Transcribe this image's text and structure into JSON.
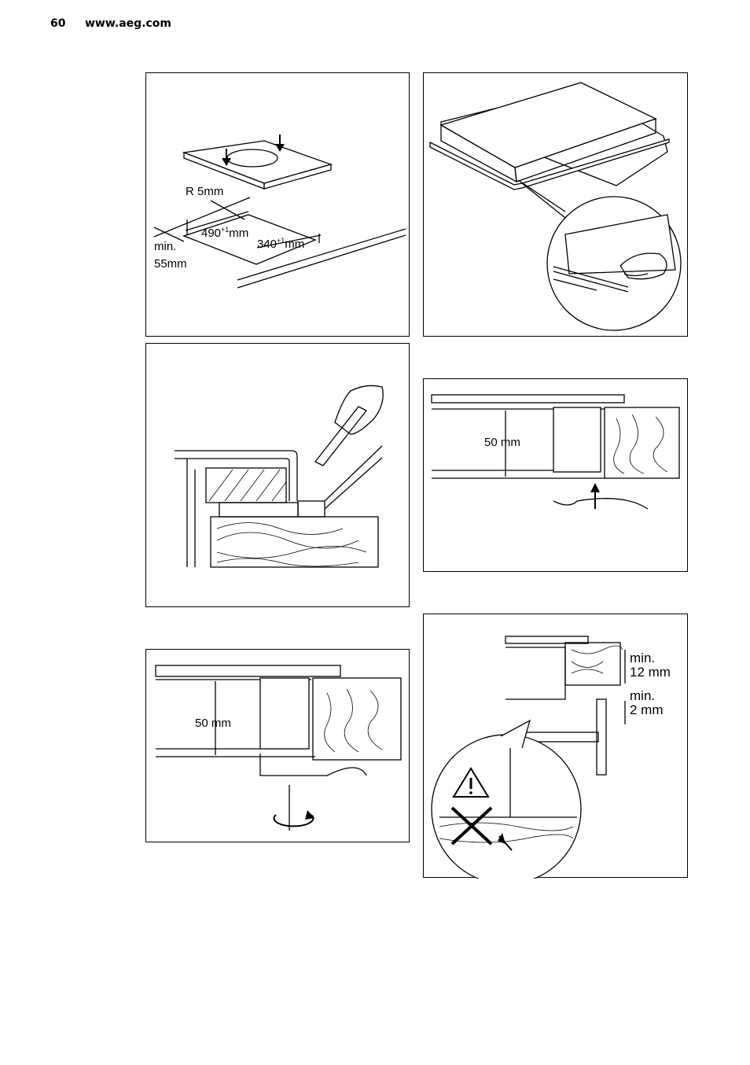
{
  "header": {
    "page_number": "60",
    "website": "www.aeg.com"
  },
  "panel1": {
    "radius": "R 5mm",
    "width_value": "490",
    "width_tol": "+1",
    "width_unit": "mm",
    "depth_value": "340",
    "depth_tol": "+1",
    "depth_unit": "mm",
    "min_label": "min.",
    "min_value": "55mm"
  },
  "panel4": {
    "height": "50 mm"
  },
  "panel5": {
    "height": "50 mm"
  },
  "panel6": {
    "min1_label": "min.",
    "min1_value": "12 mm",
    "min2_label": "min.",
    "min2_value": "2 mm"
  },
  "icons": [
    "down-arrow-icon",
    "up-arrow-icon",
    "rotate-icon",
    "warning-triangle-icon",
    "cross-icon"
  ]
}
